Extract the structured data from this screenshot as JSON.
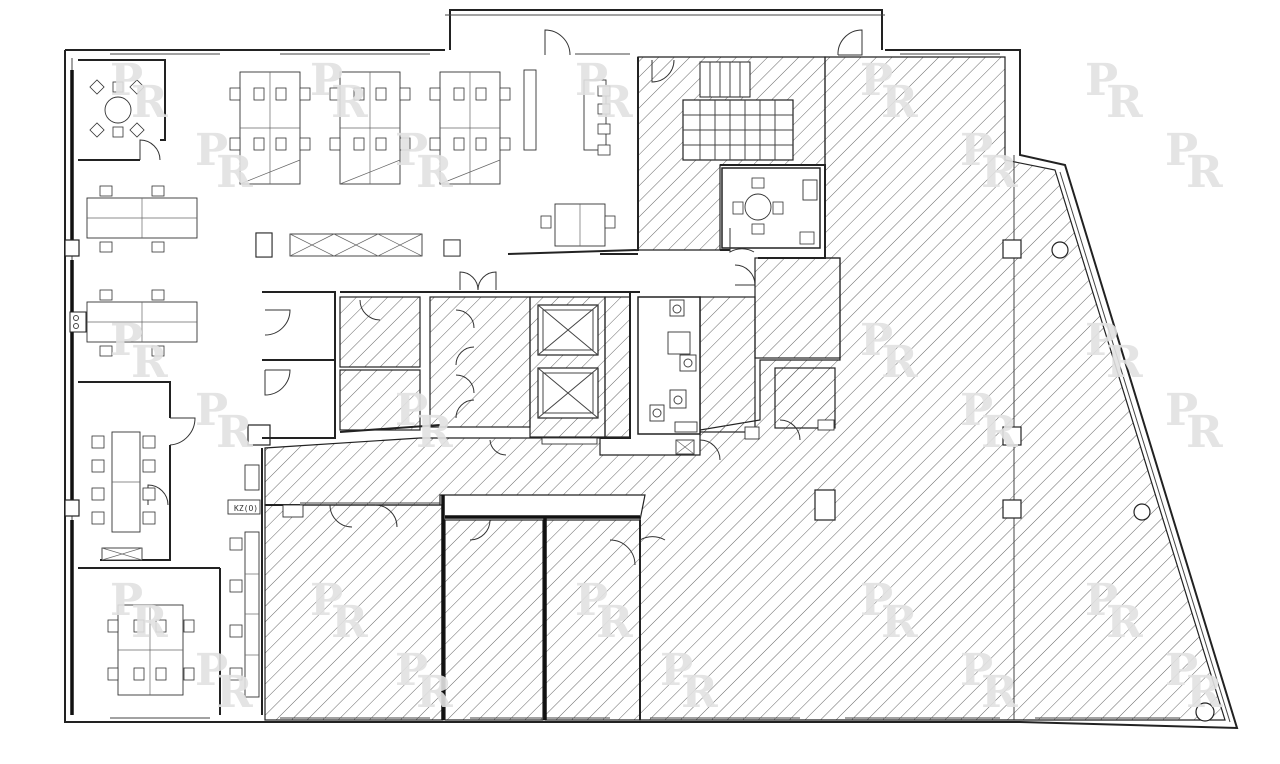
{
  "watermark": {
    "letter_top": "P",
    "letter_bottom": "R"
  },
  "equipment_tag": {
    "text": "KZ(O)"
  }
}
